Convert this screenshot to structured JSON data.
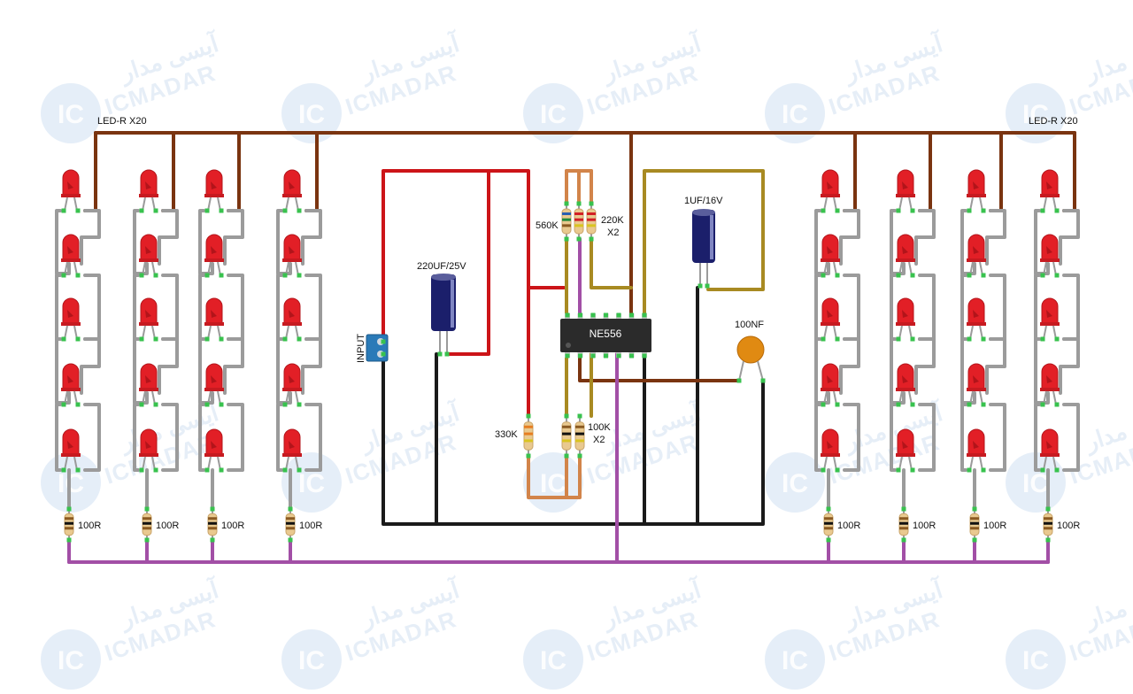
{
  "watermark": {
    "brand_en": "ICMADAR",
    "brand_fa": "آیسی مدار",
    "logo_text": "IC"
  },
  "labels": {
    "led_group_left": "LED-R X20",
    "led_group_right": "LED-R X20",
    "ic_name": "NE556",
    "input": "INPUT",
    "cap_large": "220UF/25V",
    "cap_small": "1UF/16V",
    "cap_ceramic": "100NF",
    "res_560k": "560K",
    "res_220k": "220K",
    "res_220k_qty": "X2",
    "res_330k": "330K",
    "res_100k": "100K",
    "res_100k_qty": "X2",
    "res_100r": "100R"
  },
  "colors": {
    "wire_brown": "#7a3410",
    "wire_red": "#cc1418",
    "wire_black": "#1a1a1a",
    "wire_purple": "#a24fa6",
    "wire_gray": "#9b9b9b",
    "wire_olive": "#a88a22",
    "wire_orange": "#d2844a",
    "led_red": "#e21f26",
    "ic_body": "#2b2b2b",
    "pad_green": "#38c24e"
  }
}
